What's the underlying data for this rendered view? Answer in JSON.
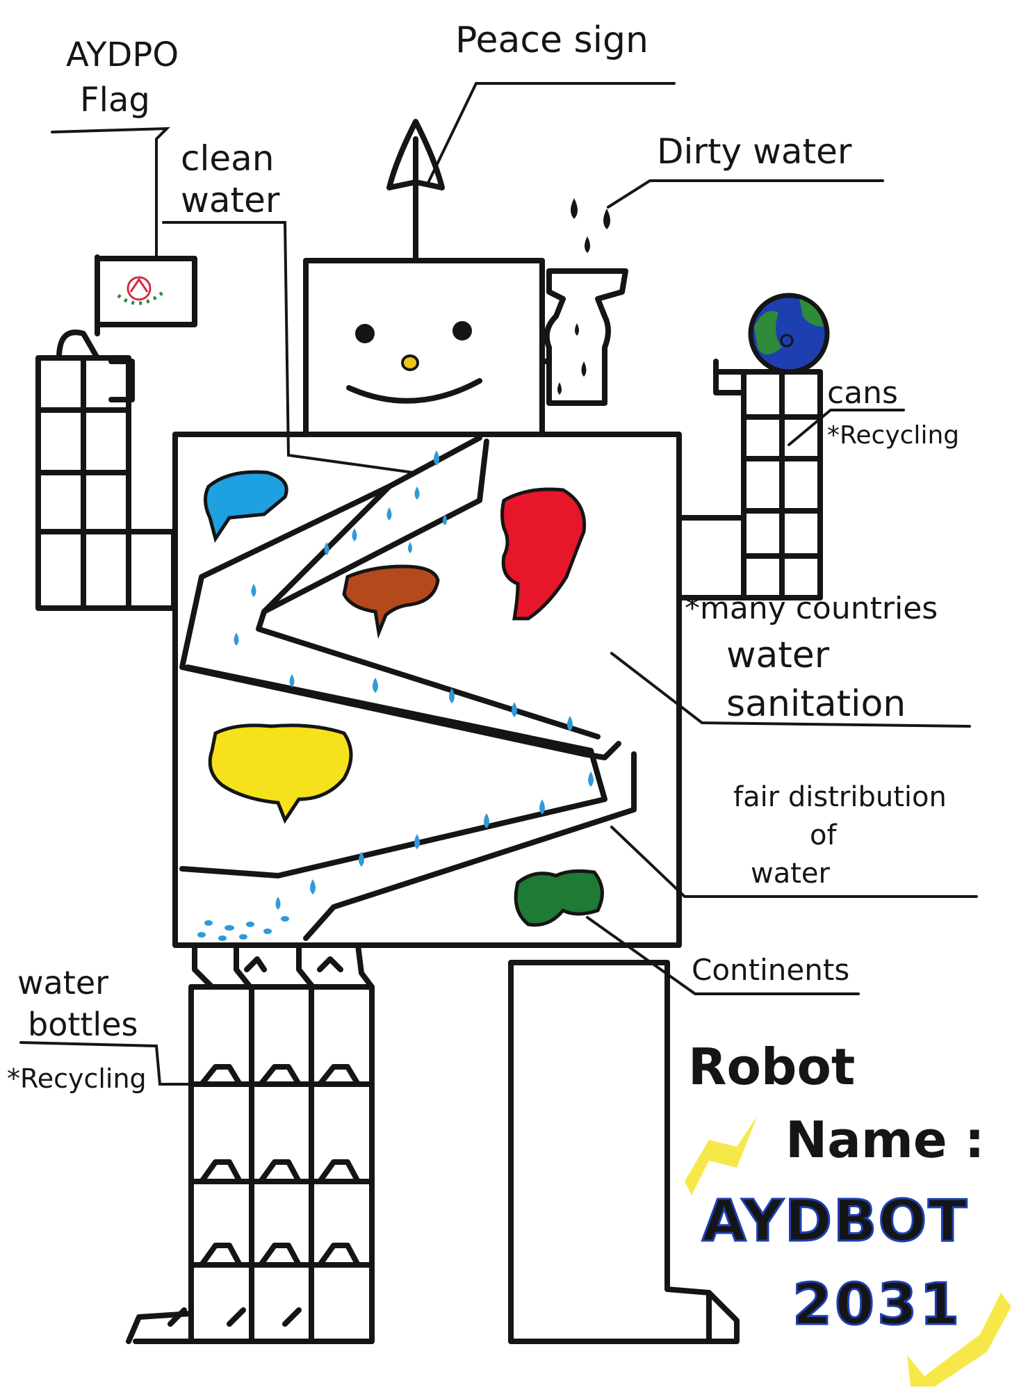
{
  "labels": {
    "flag_line1": "AYDPO",
    "flag_line2": "Flag",
    "peace_sign": "Peace sign",
    "clean_water_line1": "clean",
    "clean_water_line2": "water",
    "dirty_water": "Dirty water",
    "cans": "cans",
    "cans_note": "*Recycling",
    "sanitation_line1": "*many countries",
    "sanitation_line2": "water",
    "sanitation_line3": "sanitation",
    "fair_line1": "fair distribution",
    "fair_line2": "of",
    "fair_line3": "water",
    "continents": "Continents",
    "bottles_line1": "water",
    "bottles_line2": "bottles",
    "bottles_note": "*Recycling"
  },
  "robot_name": {
    "line1": "Robot",
    "line2": "Name :",
    "name": "AYDBOT",
    "year": "2031"
  },
  "colors": {
    "ink": "#151515",
    "water_drops": "#2f9ad8",
    "continent_blue": "#1fa0e0",
    "continent_red": "#e8162a",
    "continent_brown": "#b4491c",
    "continent_yellow": "#f5e21c",
    "continent_green": "#1f7a34",
    "globe_blue": "#1d3fb0",
    "globe_green": "#2f8a3a",
    "nose": "#f0c419",
    "highlight_yellow": "#f7e84a",
    "name_blue": "#1d3fb0"
  },
  "icons": [
    "peace-sign-icon",
    "flag-icon",
    "globe-icon",
    "water-bottle-icon",
    "water-drop-icon",
    "can-icon"
  ]
}
